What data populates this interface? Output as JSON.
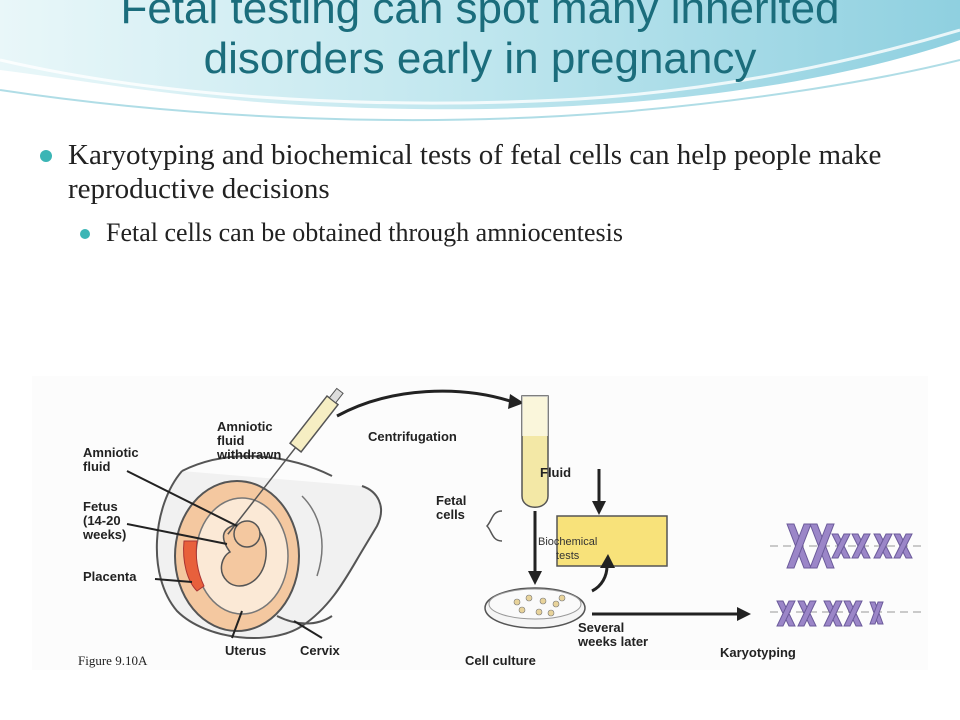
{
  "slide": {
    "title_line1": "Fetal testing can spot many inherited",
    "title_line2": "disorders early in pregnancy",
    "bullet1": "Karyotyping and biochemical tests of fetal cells can help people make reproductive decisions",
    "bullet2": "Fetal cells can be obtained through amniocentesis"
  },
  "figure": {
    "caption": "Figure 9.10A",
    "labels": {
      "amniotic_fluid_withdrawn": [
        "Amniotic",
        "fluid",
        "withdrawn"
      ],
      "centrifugation": "Centrifugation",
      "amniotic_fluid": [
        "Amniotic",
        "fluid"
      ],
      "fetus": [
        "Fetus",
        "(14-20",
        "weeks)"
      ],
      "placenta": "Placenta",
      "uterus": "Uterus",
      "cervix": "Cervix",
      "fluid": "Fluid",
      "fetal_cells": [
        "Fetal",
        "cells"
      ],
      "biochemical_tests": [
        "Biochemical",
        "tests"
      ],
      "several_weeks_later": [
        "Several",
        "weeks later"
      ],
      "cell_culture": "Cell culture",
      "karyotyping": "Karyotyping"
    },
    "colors": {
      "title": "#1b6d7c",
      "bullet": "#3bb5b5",
      "tissue": "#f4c8a0",
      "placenta": "#e8603c",
      "fluid": "#f3e8a6",
      "biochem_box": "#f8e27a",
      "chromosome": "#9b86c8"
    }
  }
}
